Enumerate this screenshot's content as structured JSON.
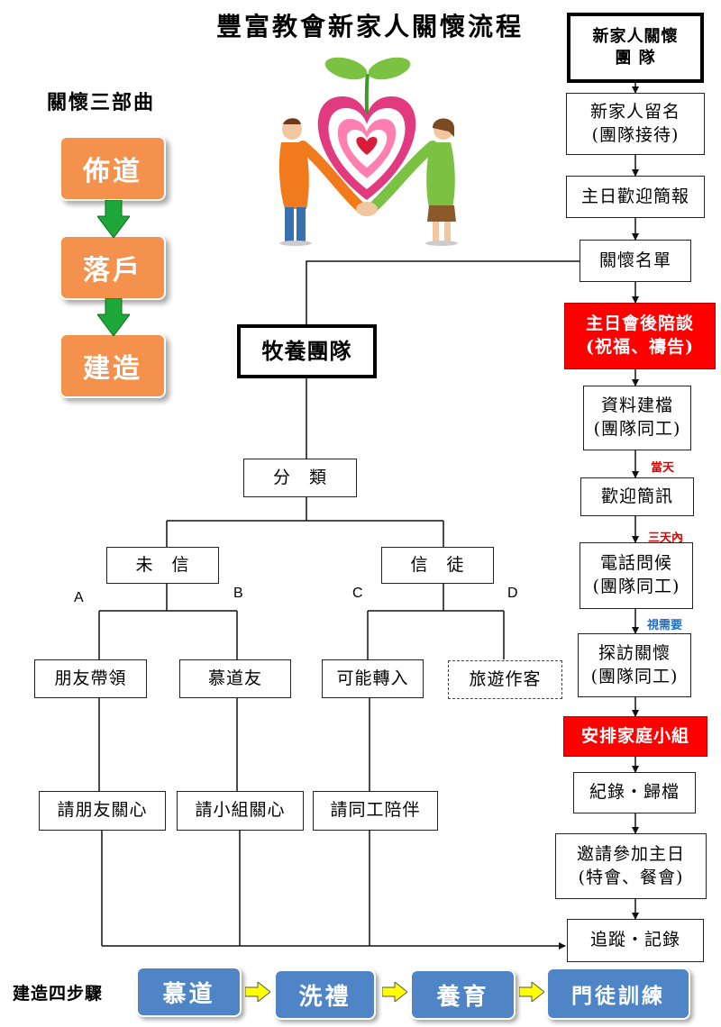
{
  "title": "豐富教會新家人關懷流程",
  "three_parts": {
    "heading": "關懷三部曲",
    "steps": [
      "佈道",
      "落戶",
      "建造"
    ]
  },
  "team_box": "新家人關懷\n團 隊",
  "right_flow": [
    "新家人留名\n(團隊接待)",
    "主日歡迎簡報",
    "關懷名單",
    "主日會後陪談\n(祝福、禱告)",
    "資料建檔\n(團隊同工)",
    "歡迎簡訊",
    "電話問候\n(團隊同工)",
    "探訪關懷\n(團隊同工)",
    "安排家庭小組",
    "紀錄・歸檔",
    "邀請參加主日\n(特會、餐會)",
    "追蹤・記錄"
  ],
  "right_notes": {
    "day": "當天",
    "three_days": "三天內",
    "if_needed": "視需要"
  },
  "pastoral_team": "牧養團隊",
  "classify": "分　類",
  "categories": {
    "unbeliever": "未　信",
    "believer": "信　徒"
  },
  "letters": [
    "A",
    "B",
    "C",
    "D"
  ],
  "branches": [
    "朋友帶領",
    "慕道友",
    "可能轉入",
    "旅遊作客"
  ],
  "actions": [
    "請朋友關心",
    "請小組關心",
    "請同工陪伴"
  ],
  "four_steps": {
    "heading": "建造四步驟",
    "steps": [
      "慕道",
      "洗禮",
      "養育",
      "門徒訓練"
    ]
  },
  "colors": {
    "orange": "#f4914d",
    "blue": "#4f84c6",
    "red": "#ff0000",
    "green_arrow": "#1fa83a",
    "yellow_arrow": "#ffff00"
  }
}
